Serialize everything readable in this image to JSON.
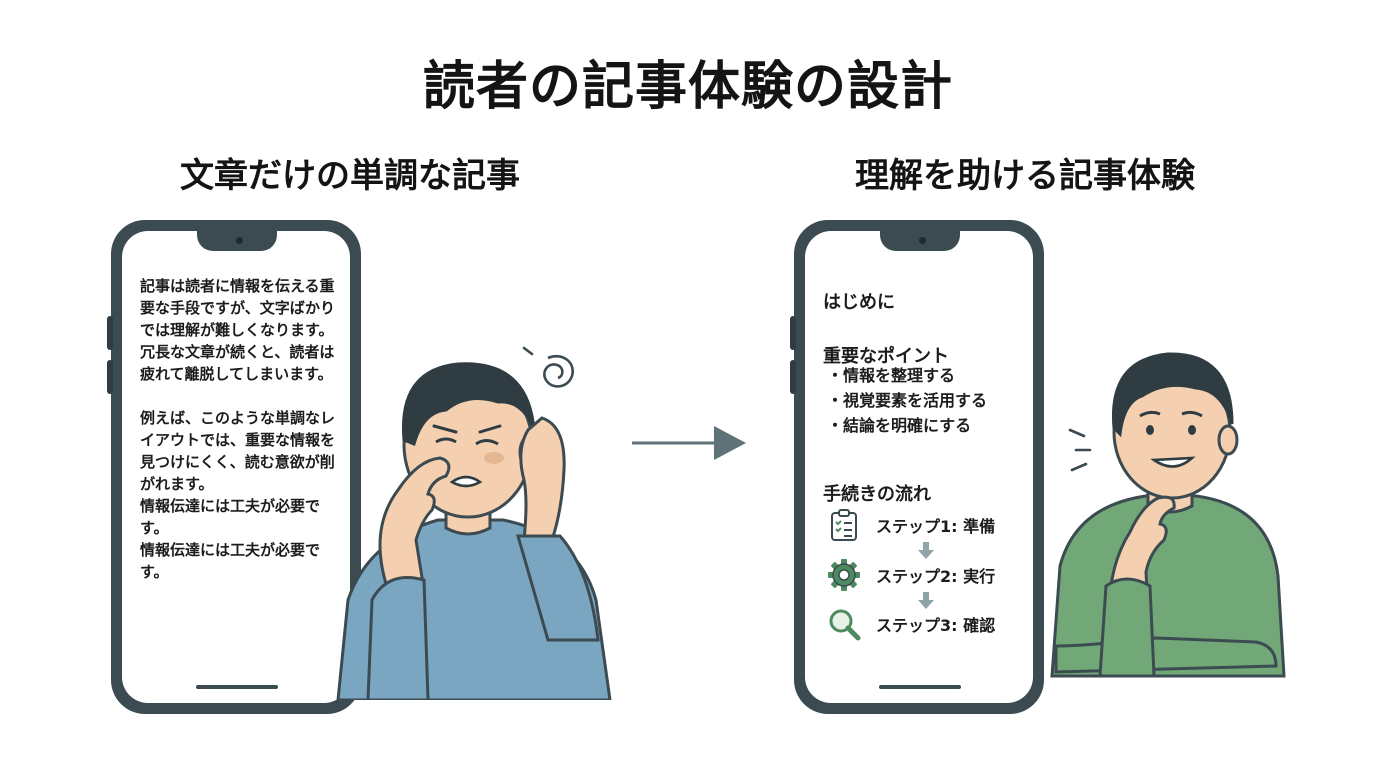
{
  "title": "読者の記事体験の設計",
  "left_panel": {
    "title": "文章だけの単調な記事",
    "paragraphs": [
      "記事は読者に情報を伝える重要な手段ですが、文字ばかりでは理解が難しくなります。\n冗長な文章が続くと、読者は疲れて離脱してしまいます。",
      "例えば、このような単調なレイアウトでは、重要な情報を見つけにくく、読む意欲が削がれます。\n情報伝達には工夫が必要です。\n情報伝達には工夫が必要です。"
    ]
  },
  "right_panel": {
    "title": "理解を助ける記事体験",
    "intro_heading": "はじめに",
    "points_heading": "重要なポイント",
    "points": [
      "・情報を整理する",
      "・視覚要素を活用する",
      "・結論を明確にする"
    ],
    "flow_heading": "手続きの流れ",
    "steps": [
      {
        "label": "ステップ1: 準備",
        "icon": "clipboard-checklist-icon"
      },
      {
        "label": "ステップ2: 実行",
        "icon": "gear-icon"
      },
      {
        "label": "ステップ3: 確認",
        "icon": "magnifier-icon"
      }
    ]
  },
  "colors": {
    "phone_frame": "#3b4b51",
    "confused_shirt": "#7ba6c2",
    "happy_shirt": "#72a877",
    "arrow": "#5f7278",
    "step_icon_green": "#4e8a60",
    "step_arrow": "#8fa3ab"
  }
}
